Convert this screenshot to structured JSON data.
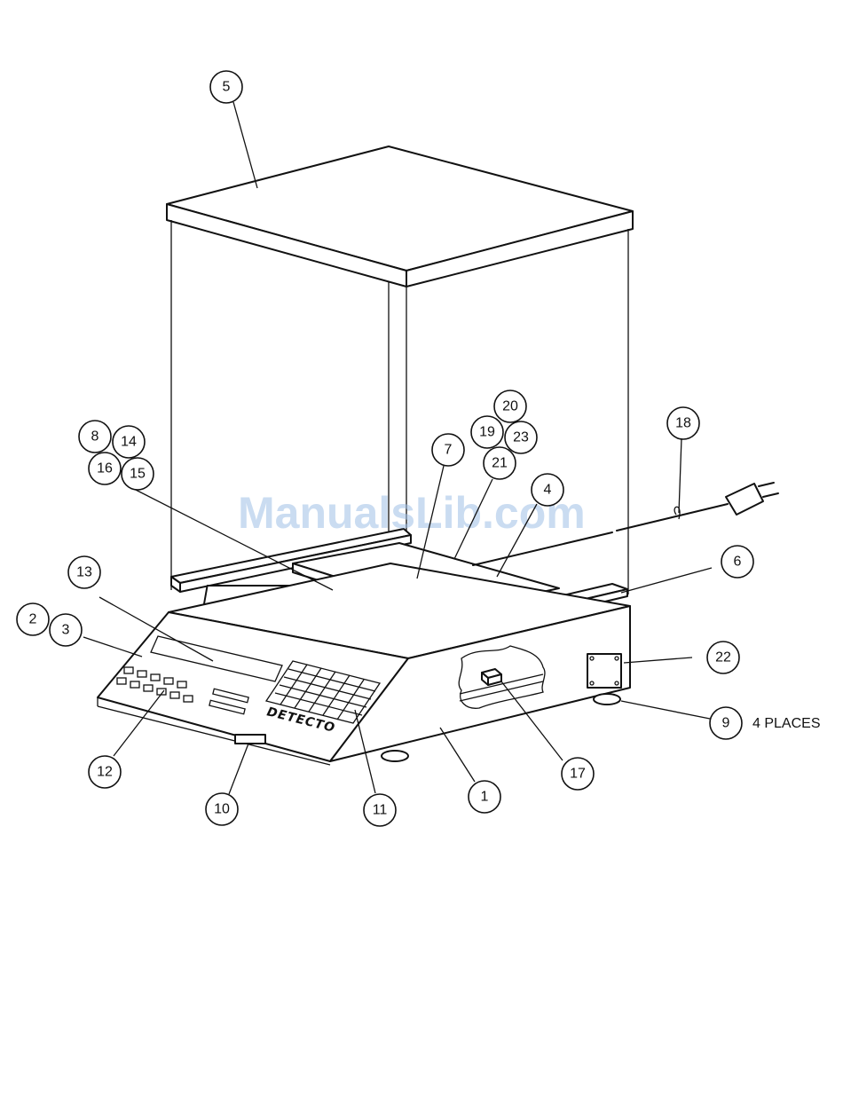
{
  "watermark": "ManualsLib.com",
  "brand_label": "DETECTO",
  "note_text": "4 PLACES",
  "callouts": [
    {
      "id": "5",
      "label": "5"
    },
    {
      "id": "20",
      "label": "20"
    },
    {
      "id": "19",
      "label": "19"
    },
    {
      "id": "23",
      "label": "23"
    },
    {
      "id": "18",
      "label": "18"
    },
    {
      "id": "8",
      "label": "8"
    },
    {
      "id": "14",
      "label": "14"
    },
    {
      "id": "16",
      "label": "16"
    },
    {
      "id": "15",
      "label": "15"
    },
    {
      "id": "7",
      "label": "7"
    },
    {
      "id": "21",
      "label": "21"
    },
    {
      "id": "4",
      "label": "4"
    },
    {
      "id": "6",
      "label": "6"
    },
    {
      "id": "13",
      "label": "13"
    },
    {
      "id": "2",
      "label": "2"
    },
    {
      "id": "3",
      "label": "3"
    },
    {
      "id": "22",
      "label": "22"
    },
    {
      "id": "9",
      "label": "9"
    },
    {
      "id": "12",
      "label": "12"
    },
    {
      "id": "17",
      "label": "17"
    },
    {
      "id": "1",
      "label": "1"
    },
    {
      "id": "10",
      "label": "10"
    },
    {
      "id": "11",
      "label": "11"
    }
  ]
}
